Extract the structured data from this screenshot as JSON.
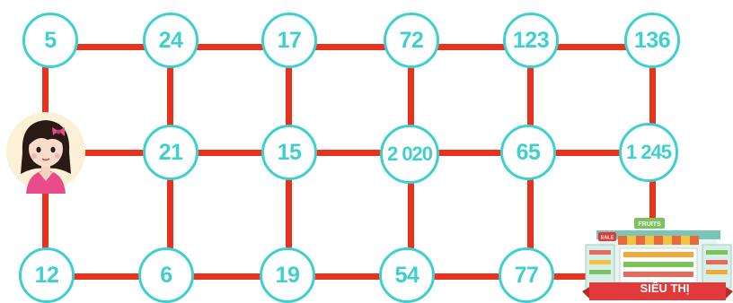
{
  "board": {
    "rows": [
      [
        "5",
        "24",
        "17",
        "72",
        "123",
        "136"
      ],
      [
        "",
        "21",
        "15",
        "2 020",
        "65",
        "1 245"
      ],
      [
        "12",
        "6",
        "19",
        "54",
        "77",
        ""
      ]
    ]
  },
  "start": {
    "icon": "girl-avatar-icon"
  },
  "goal": {
    "label": "SIÊU THỊ",
    "icon": "supermarket-icon",
    "sign_text": "FRUITS",
    "side_sign_text": "SALE"
  },
  "colors": {
    "path": "#e8321e",
    "node_border": "#3ecfcf",
    "node_text": "#3ecfcf",
    "banner": "#e23a3a"
  }
}
